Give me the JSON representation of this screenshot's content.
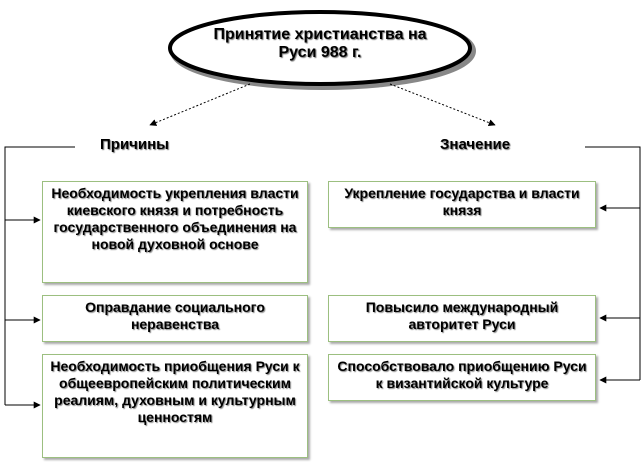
{
  "title": "Принятие христианства на Руси 988 г.",
  "left_heading": "Причины",
  "right_heading": "Значение",
  "causes": [
    "Необходимость укрепления власти киевского князя и потребность государственного объединения на новой духовной основе",
    "Оправдание социального неравенства",
    "Необходимость приобщения Руси к общеевропейским политическим реалиям, духовным и культурным ценностям"
  ],
  "significance": [
    "Укрепление государства и власти князя",
    "Повысило международный авторитет Руси",
    "Способствовало приобщению Руси к византийской культуре"
  ],
  "colors": {
    "box_border": "#9cbf80",
    "line": "#000000"
  }
}
